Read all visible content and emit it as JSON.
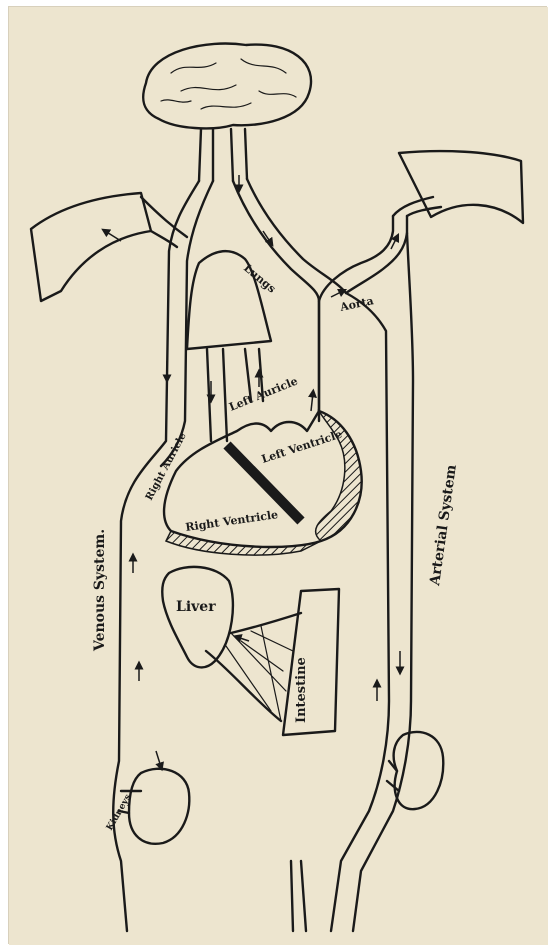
{
  "diagram": {
    "labels": {
      "lungs": "Lungs",
      "aorta": "Aorta",
      "left_auricle": "Left Auricle",
      "left_ventricle": "Left Ventricle",
      "right_auricle": "Right Auricle",
      "right_ventricle": "Right Ventricle",
      "liver": "Liver",
      "intestine": "Intestine",
      "venous_system": "Venous System.",
      "arterial_system": "Arterial System",
      "kidneys": "Kidneys"
    },
    "colors": {
      "paper": "#ede5cf",
      "ink": "#1a1a1a"
    }
  }
}
